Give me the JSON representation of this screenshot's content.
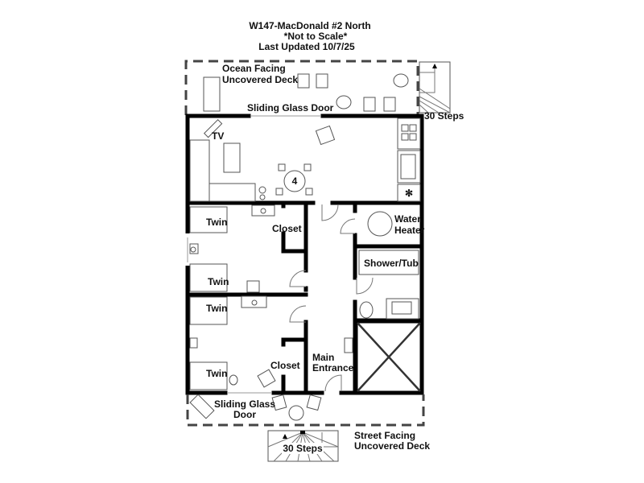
{
  "title": {
    "line1": "W147-MacDonald #2 North",
    "line2": "*Not to Scale*",
    "line3": "Last Updated 10/7/25"
  },
  "labels": {
    "ocean_deck_1": "Ocean Facing",
    "ocean_deck_2": "Uncovered Deck",
    "top_sliding_door": "Sliding Glass Door",
    "top_steps": "30 Steps",
    "tv": "TV",
    "table_seats": "4",
    "twin1": "Twin",
    "twin2": "Twin",
    "twin3": "Twin",
    "twin4": "Twin",
    "closet1": "Closet",
    "closet2": "Closet",
    "water_heater_1": "Water",
    "water_heater_2": "Heater",
    "shower_tub": "Shower/Tub",
    "main_entrance_1": "Main",
    "main_entrance_2": "Entrance",
    "bottom_sliding_door_1": "Sliding Glass",
    "bottom_sliding_door_2": "Door",
    "street_deck_1": "Street Facing",
    "street_deck_2": "Uncovered Deck",
    "bottom_steps": "30 Steps"
  }
}
